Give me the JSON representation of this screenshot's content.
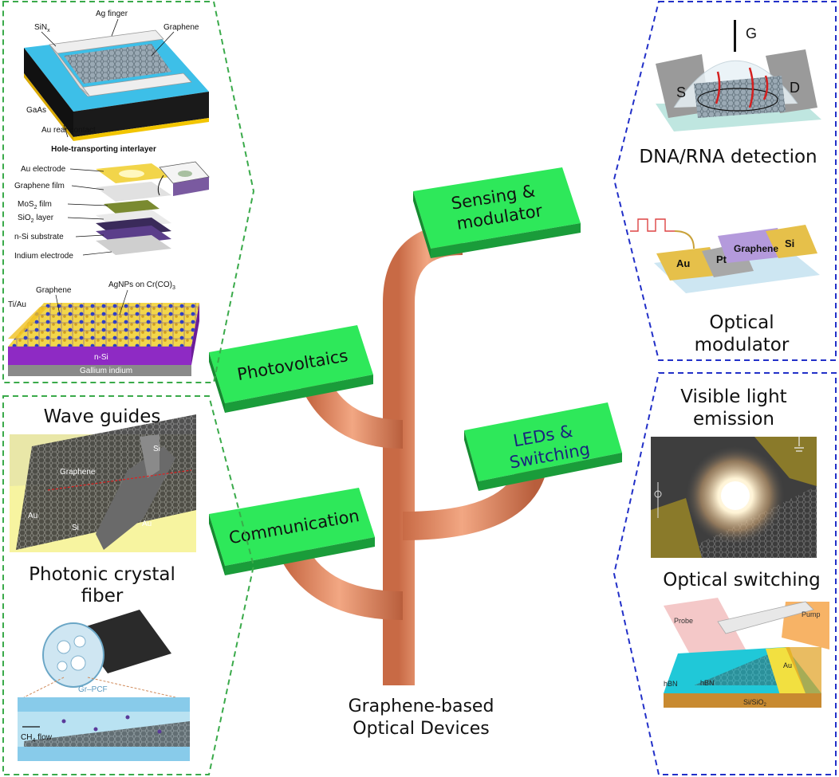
{
  "title": {
    "line1": "Graphene-based",
    "line2": "Optical Devices"
  },
  "branches": {
    "sensing": {
      "line1": "Sensing &",
      "line2": "modulator",
      "color": "#111111"
    },
    "photovoltaics": {
      "label": "Photovoltaics",
      "color": "#111111"
    },
    "leds": {
      "line1": "LEDs &",
      "line2": "Switching",
      "color": "#1a237e"
    },
    "communication": {
      "label": "Communication",
      "color": "#111111"
    }
  },
  "panels": {
    "photovoltaics": {
      "solar_cell": {
        "sinx": "SiN",
        "sinx_sub": "x",
        "ag_finger": "Ag finger",
        "graphene": "Graphene",
        "gaas": "GaAs",
        "au_rear": "Au rear contact"
      },
      "hole_title": "Hole-transporting interlayer",
      "stack": {
        "au_electrode": "Au electrode",
        "graphene_film": "Graphene film",
        "mos2": "MoS",
        "mos2_sub": "2",
        "mos2_tail": " film",
        "sio2": "SiO",
        "sio2_sub": "2",
        "sio2_tail": " layer",
        "nsi": "n-Si substrate",
        "indium": "Indium electrode"
      },
      "agnp": {
        "graphene": "Graphene",
        "agnps": "AgNPs on Cr(CO)",
        "agnps_sub": "3",
        "tiau": "Ti/Au",
        "nsi": "n-Si",
        "gallium": "Gallium indium"
      }
    },
    "communication": {
      "wave_guides": "Wave guides",
      "wg_si": "Si",
      "wg_graphene": "Graphene",
      "wg_au_left": "Au",
      "wg_si_lower": "Si",
      "wg_au_right": "Au",
      "pcf_line1": "Photonic crystal",
      "pcf_line2": "fiber",
      "gr_pcf": "Gr–PCF",
      "ch4": "CH",
      "ch4_sub": "4",
      "ch4_tail": " flow"
    },
    "sensing": {
      "g": "G",
      "s": "S",
      "d": "D",
      "dna": "DNA/RNA detection",
      "mod_au": "Au",
      "mod_pt": "Pt",
      "mod_graphene": "Graphene",
      "mod_si": "Si",
      "optical_line1": "Optical",
      "optical_line2": "modulator"
    },
    "leds": {
      "visible_line1": "Visible light",
      "visible_line2": "emission",
      "optical_switching": "Optical switching",
      "probe": "Probe",
      "pump": "Pump",
      "hbn_left": "hBN",
      "hbn_mid": "hBN",
      "au": "Au",
      "substrate": "Si/SiO",
      "substrate_sub": "2"
    }
  },
  "colors": {
    "board_green": "#2ee85a",
    "board_edge": "#1a9c3a",
    "stem": "#e08c66",
    "left_border": "#3aaa4a",
    "right_border": "#2230c8"
  }
}
